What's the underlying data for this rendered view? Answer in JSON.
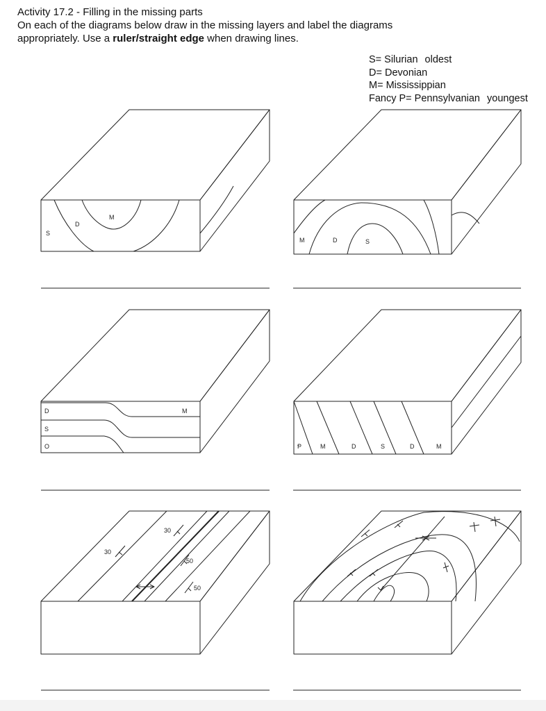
{
  "header": {
    "title": "Activity 17.2 - Filling in the missing parts",
    "line1": "On each of the diagrams below draw in the missing layers and label the diagrams",
    "line2_prefix": "appropriately.  Use a ",
    "line2_bold": "ruler/straight edge",
    "line2_suffix": " when drawing lines."
  },
  "legend": {
    "s": "S= Silurian",
    "s_note": "oldest",
    "d": "D= Devonian",
    "m": "M= Mississippian",
    "p": "Fancy P= Pennsylvanian",
    "p_note": "youngest"
  },
  "diagrams": {
    "d1": {
      "left": "S",
      "middle": "D",
      "center": "M"
    },
    "d2": {
      "left": "M",
      "middle": "D",
      "center": "S"
    },
    "d3": {
      "top": "D",
      "mid": "S",
      "bottom": "O",
      "right": "M"
    },
    "d4": {
      "l1": "Ᵽ",
      "l2": "M",
      "l3": "D",
      "l4": "S",
      "l5": "D",
      "l6": "M"
    },
    "d5": {
      "dip1": "30",
      "dip2": "30",
      "dip3": "50",
      "dip4": "50"
    }
  }
}
